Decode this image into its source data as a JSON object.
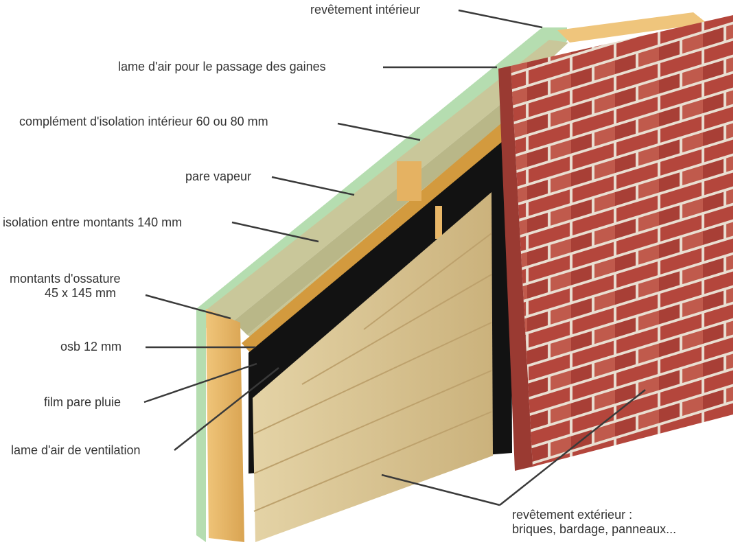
{
  "labels": {
    "interior_cladding": "revêtement intérieur",
    "service_air_gap": "lame d'air pour le passage des gaines",
    "extra_interior_insulation": "complément d'isolation intérieur 60 ou 80 mm",
    "vapour_barrier": "pare vapeur",
    "stud_insulation": "isolation entre montants 140 mm",
    "frame_studs_line1": "montants d'ossature",
    "frame_studs_line2": "45 x 145 mm",
    "osb": "osb 12 mm",
    "rain_film": "film pare pluie",
    "ventilation_gap": "lame d'air de ventilation",
    "exterior_cladding_line1": "revêtement extérieur :",
    "exterior_cladding_line2": "briques, bardage, panneaux..."
  },
  "colors": {
    "interior_board": "#b5ddb0",
    "insulation": "#c9c79a",
    "insulation_dark": "#a9a779",
    "osb": "#d39a3e",
    "wood": "#e8b768",
    "rain_film": "#121212",
    "siding": "#dcc794",
    "brick": "#b4463c",
    "mortar": "#ece3d6",
    "leader": "#3a3a3a",
    "text": "#333333"
  }
}
